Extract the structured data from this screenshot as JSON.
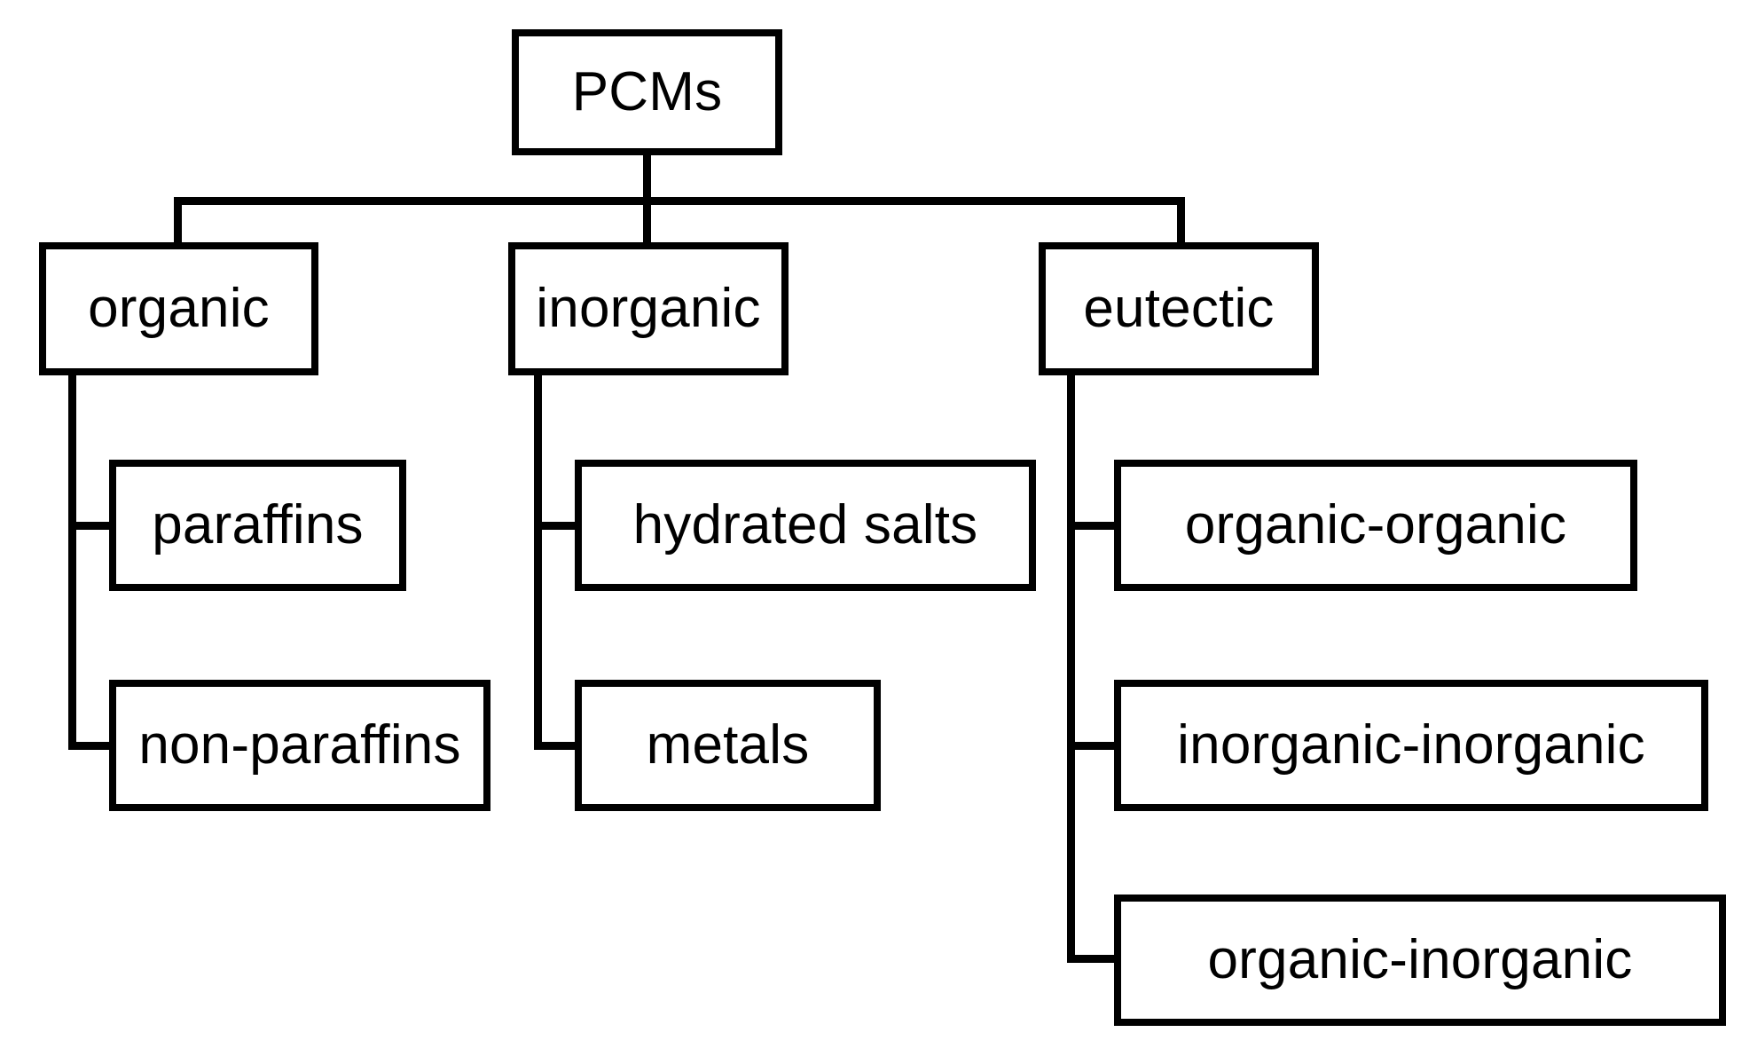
{
  "diagram": {
    "title": "PCMs classification tree",
    "root": {
      "id": "pcms",
      "label": "PCMs"
    },
    "level1": [
      {
        "id": "organic",
        "label": "organic"
      },
      {
        "id": "inorganic",
        "label": "inorganic"
      },
      {
        "id": "eutectic",
        "label": "eutectic"
      }
    ],
    "level2": {
      "organic": [
        {
          "id": "paraffins",
          "label": "paraffins"
        },
        {
          "id": "non-paraffins",
          "label": "non-paraffins"
        }
      ],
      "inorganic": [
        {
          "id": "hydrated-salts",
          "label": "hydrated salts"
        },
        {
          "id": "metals",
          "label": "metals"
        }
      ],
      "eutectic": [
        {
          "id": "organic-organic",
          "label": "organic-organic"
        },
        {
          "id": "inorganic-inorganic",
          "label": "inorganic-inorganic"
        },
        {
          "id": "organic-inorganic",
          "label": "organic-inorganic"
        }
      ]
    },
    "style": {
      "background": "#ffffff",
      "line_color": "#000000",
      "text_color": "#000000"
    }
  }
}
